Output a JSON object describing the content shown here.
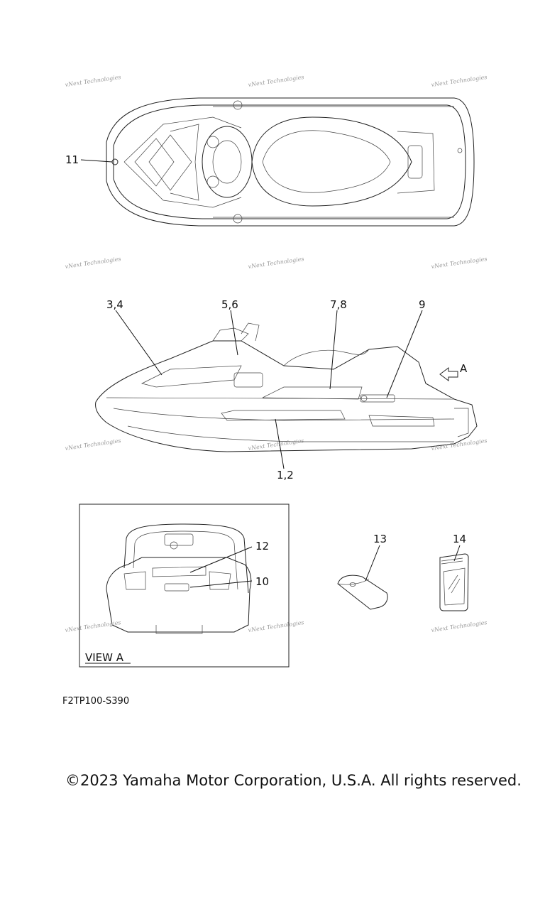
{
  "watermark": "vNext Technologies",
  "callouts": {
    "c11": "11",
    "c34": "3,4",
    "c56": "5,6",
    "c78": "7,8",
    "c9": "9",
    "cA": "A",
    "c12": "1,2",
    "c12b": "12",
    "c10": "10",
    "c13": "13",
    "c14": "14"
  },
  "view_label": "VIEW A",
  "part_code": "F2TP100-S390",
  "copyright": "©2023 Yamaha Motor Corporation, U.S.A. All rights reserved."
}
